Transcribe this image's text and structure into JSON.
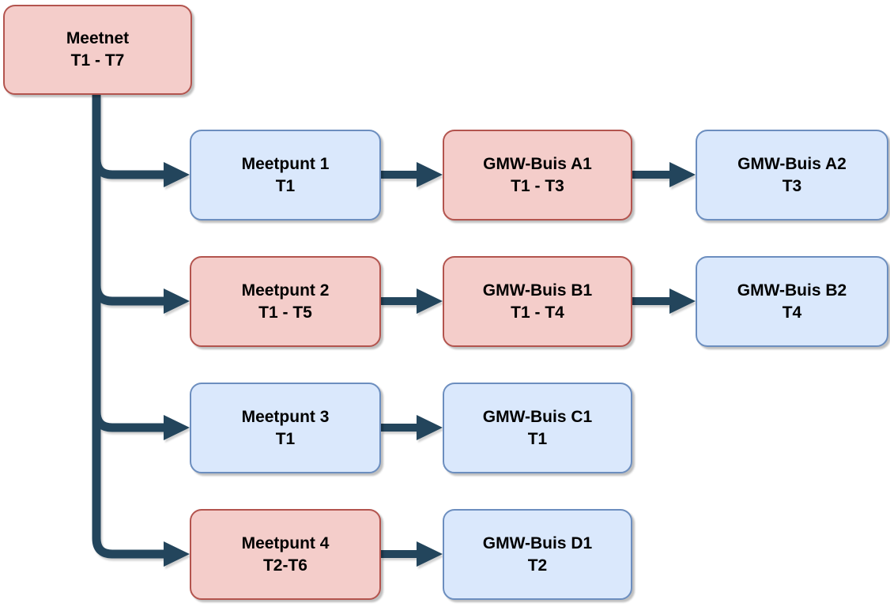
{
  "palette": {
    "red_fill": "#f4cdca",
    "red_stroke": "#b3544e",
    "blue_fill": "#dae8fc",
    "blue_stroke": "#6c8ebf",
    "connector": "#23455c"
  },
  "nodes": {
    "meetnet": {
      "title": "Meetnet",
      "subtitle": "T1 - T7",
      "color": "red"
    },
    "meetpunt1": {
      "title": "Meetpunt 1",
      "subtitle": "T1",
      "color": "blue"
    },
    "gmw_a1": {
      "title": "GMW-Buis A1",
      "subtitle": "T1 - T3",
      "color": "red"
    },
    "gmw_a2": {
      "title": "GMW-Buis A2",
      "subtitle": "T3",
      "color": "blue"
    },
    "meetpunt2": {
      "title": "Meetpunt 2",
      "subtitle": "T1 - T5",
      "color": "red"
    },
    "gmw_b1": {
      "title": "GMW-Buis B1",
      "subtitle": "T1 - T4",
      "color": "red"
    },
    "gmw_b2": {
      "title": "GMW-Buis B2",
      "subtitle": "T4",
      "color": "blue"
    },
    "meetpunt3": {
      "title": "Meetpunt 3",
      "subtitle": "T1",
      "color": "blue"
    },
    "gmw_c1": {
      "title": "GMW-Buis C1",
      "subtitle": "T1",
      "color": "blue"
    },
    "meetpunt4": {
      "title": "Meetpunt 4",
      "subtitle": "T2-T6",
      "color": "red"
    },
    "gmw_d1": {
      "title": "GMW-Buis D1",
      "subtitle": "T2",
      "color": "blue"
    }
  },
  "edges": [
    {
      "from": "meetnet",
      "to": "meetpunt1"
    },
    {
      "from": "meetnet",
      "to": "meetpunt2"
    },
    {
      "from": "meetnet",
      "to": "meetpunt3"
    },
    {
      "from": "meetnet",
      "to": "meetpunt4"
    },
    {
      "from": "meetpunt1",
      "to": "gmw_a1"
    },
    {
      "from": "gmw_a1",
      "to": "gmw_a2"
    },
    {
      "from": "meetpunt2",
      "to": "gmw_b1"
    },
    {
      "from": "gmw_b1",
      "to": "gmw_b2"
    },
    {
      "from": "meetpunt3",
      "to": "gmw_c1"
    },
    {
      "from": "meetpunt4",
      "to": "gmw_d1"
    }
  ]
}
